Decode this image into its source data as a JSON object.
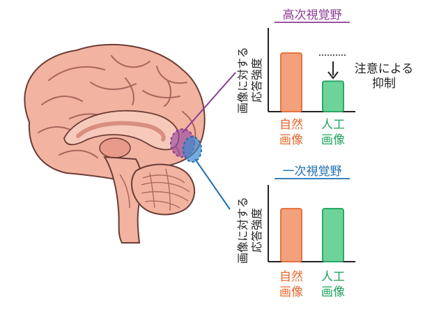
{
  "colors": {
    "higher_area": "#8a3c91",
    "primary_area": "#1f6eb0",
    "natural_bar": "#f3a07c",
    "natural_bar_stroke": "#e4733f",
    "artificial_bar": "#6ed39a",
    "artificial_bar_stroke": "#2aa866",
    "natural_text": "#e8662a",
    "artificial_text": "#1ea35a",
    "brain_fill": "#f2b3a1",
    "brain_stroke": "#6b3c34"
  },
  "panels": [
    {
      "id": "higher",
      "title": "高次視覚野",
      "ylabel_lines": [
        "画像に対する",
        "応答強度"
      ],
      "annotation_lines": [
        "注意による",
        "抑制"
      ],
      "categories": [
        [
          "自然",
          "画像"
        ],
        [
          "人工",
          "画像"
        ]
      ]
    },
    {
      "id": "primary",
      "title": "一次視覚野",
      "ylabel_lines": [
        "画像に対する",
        "応答強度"
      ],
      "categories": [
        [
          "自然",
          "画像"
        ],
        [
          "人工",
          "画像"
        ]
      ]
    }
  ],
  "chart_data": [
    {
      "type": "bar",
      "title": "高次視覚野",
      "ylabel": "画像に対する応答強度",
      "categories": [
        "自然画像",
        "人工画像"
      ],
      "values": [
        1.0,
        0.52
      ],
      "ylim": [
        0,
        1.25
      ],
      "annotations": [
        "注意による抑制"
      ]
    },
    {
      "type": "bar",
      "title": "一次視覚野",
      "ylabel": "画像に対する応答強度",
      "categories": [
        "自然画像",
        "人工画像"
      ],
      "values": [
        1.0,
        1.0
      ],
      "ylim": [
        0,
        1.25
      ]
    }
  ]
}
